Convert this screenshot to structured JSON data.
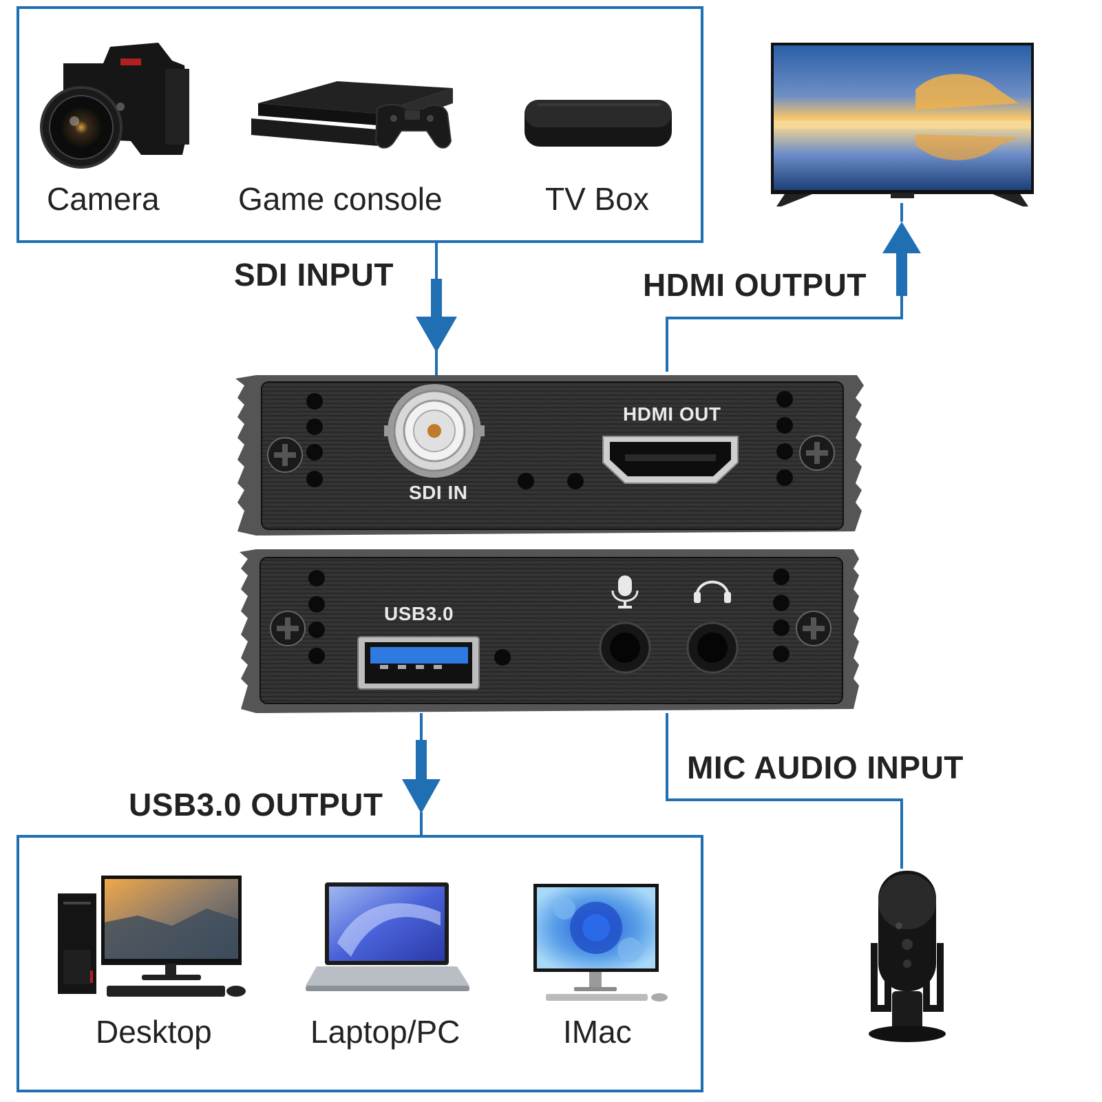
{
  "input_devices": [
    {
      "label": "Camera",
      "icon": "camera-icon"
    },
    {
      "label": "Game console",
      "icon": "game-console-icon"
    },
    {
      "label": "TV Box",
      "icon": "tv-box-icon"
    }
  ],
  "output_devices": [
    {
      "label": "Desktop",
      "icon": "desktop-computer-icon"
    },
    {
      "label": "Laptop/PC",
      "icon": "laptop-icon"
    },
    {
      "label": "IMac",
      "icon": "imac-icon"
    }
  ],
  "flows": {
    "sdi_input": "SDI INPUT",
    "hdmi_output": "HDMI OUTPUT",
    "usb_output": "USB3.0 OUTPUT",
    "mic_input": "MIC AUDIO INPUT"
  },
  "device_panels": {
    "front": {
      "sdi_port_label": "SDI IN",
      "hdmi_port_label": "HDMI OUT"
    },
    "back": {
      "usb_port_label": "USB3.0",
      "mic_icon": "microphone-icon",
      "headphone_icon": "headphone-icon"
    }
  },
  "display_device": {
    "icon": "television-icon"
  },
  "mic_device": {
    "icon": "usb-microphone-icon"
  },
  "colors": {
    "accent": "#1f6fb2",
    "panel": "#2a2a2a"
  }
}
